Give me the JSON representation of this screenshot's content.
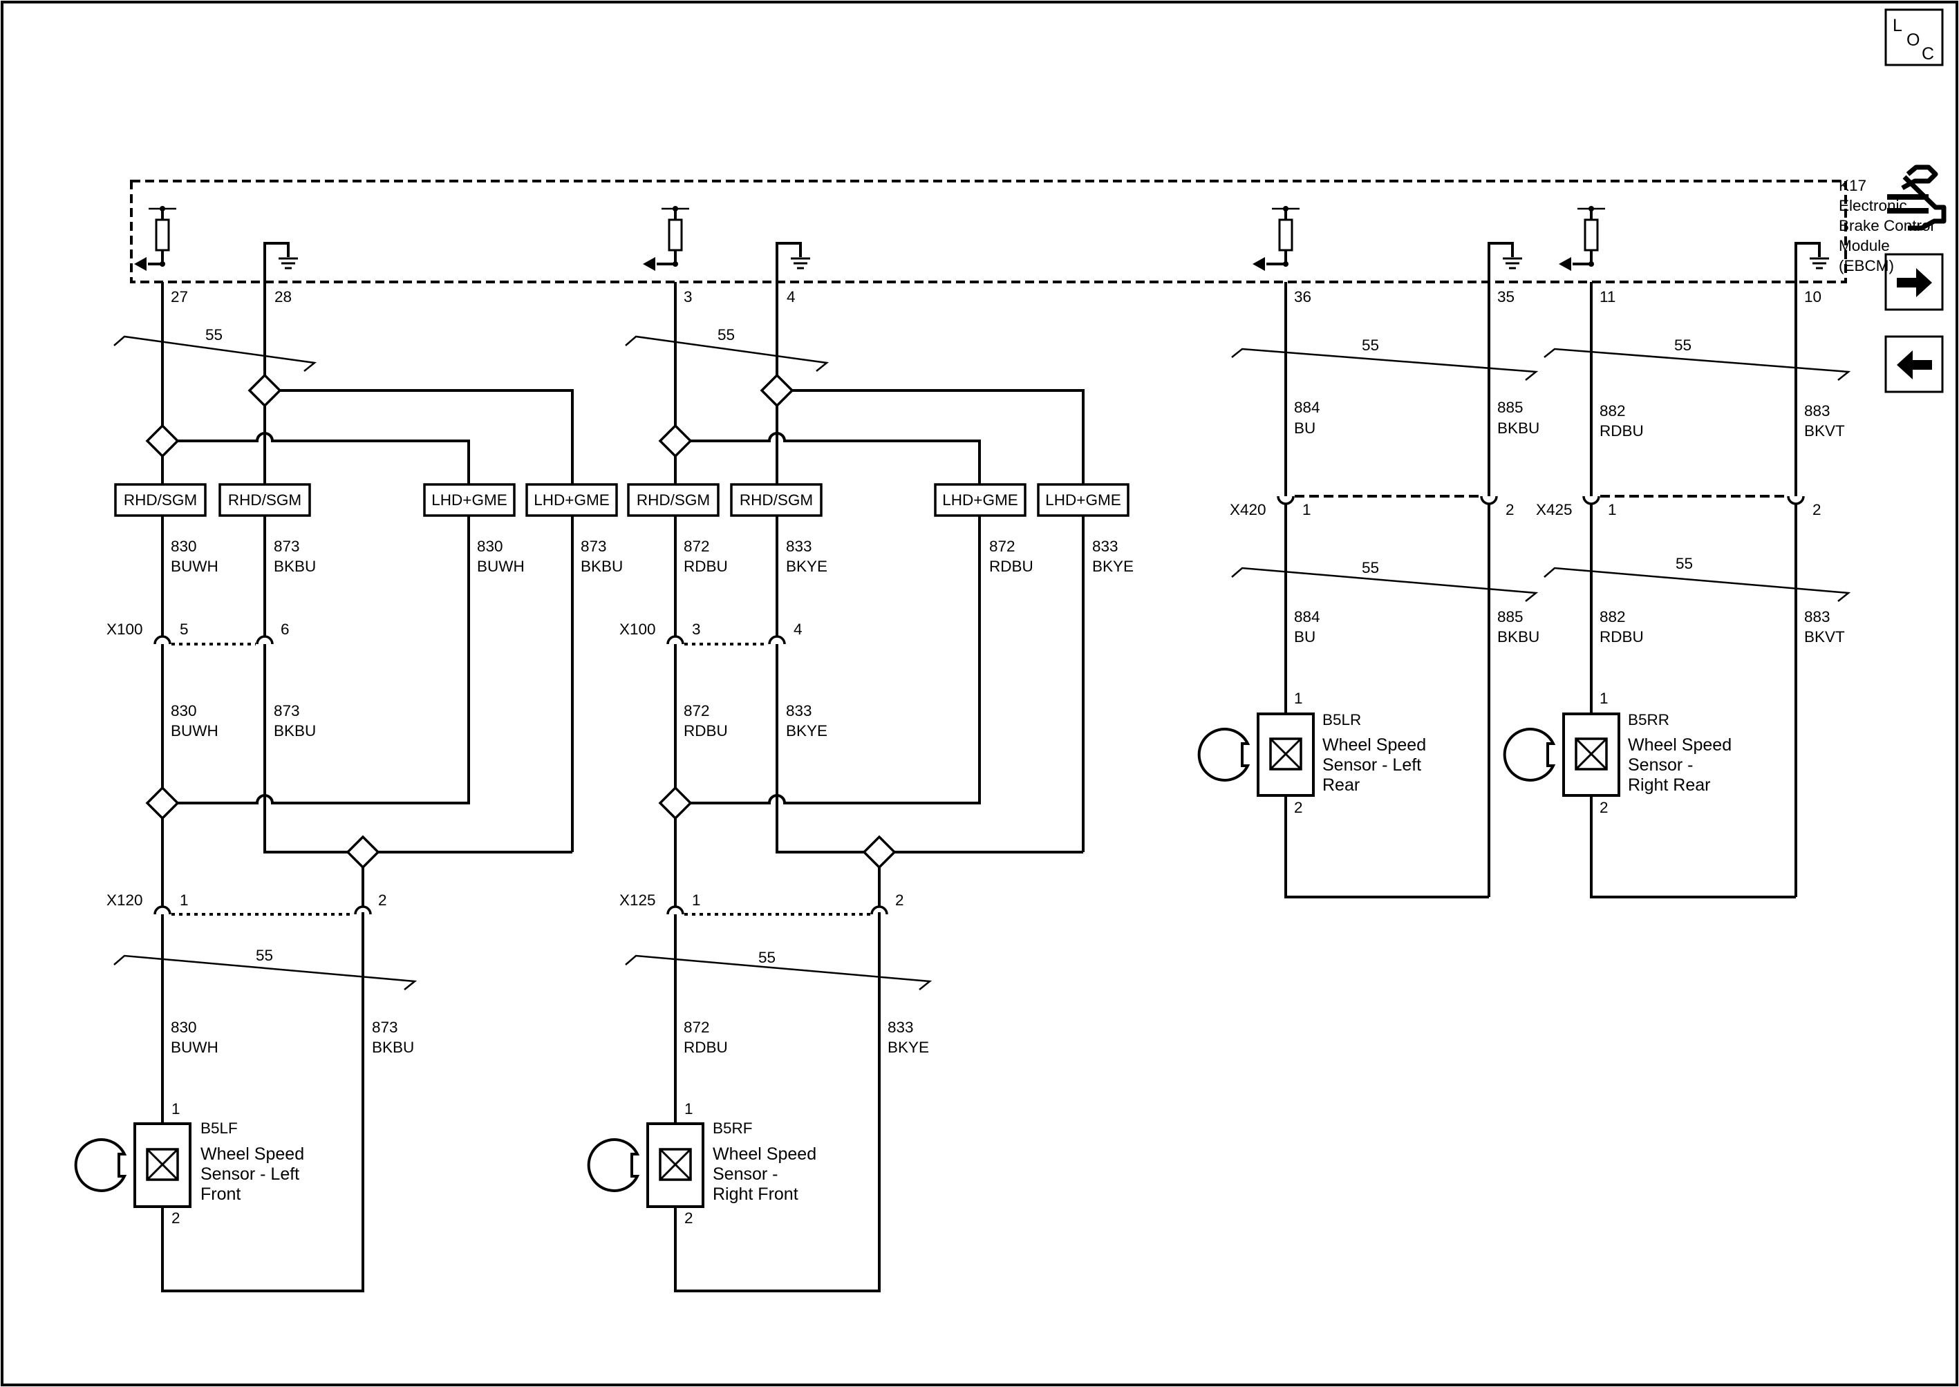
{
  "page": {
    "loc_label": [
      "L",
      "O",
      "C"
    ],
    "nav_next_icon": "arrow-right-icon",
    "nav_prev_icon": "arrow-left-icon"
  },
  "module": {
    "ref": "K17",
    "name_lines": [
      "Electronic",
      "Brake Control",
      "Module",
      "(EBCM)"
    ]
  },
  "harness_size": "55",
  "option_codes": {
    "rhd": "RHD/SGM",
    "lhd": "LHD+GME"
  },
  "pins": {
    "lf_sig": "27",
    "lf_low": "28",
    "rf_sig": "3",
    "rf_low": "4",
    "lr_sig": "36",
    "lr_low": "35",
    "rr_sig": "11",
    "rr_low": "10"
  },
  "wires": {
    "w830": {
      "circuit": "830",
      "color": "BUWH"
    },
    "w873": {
      "circuit": "873",
      "color": "BKBU"
    },
    "w872": {
      "circuit": "872",
      "color": "RDBU"
    },
    "w833": {
      "circuit": "833",
      "color": "BKYE"
    },
    "w884": {
      "circuit": "884",
      "color": "BU"
    },
    "w885": {
      "circuit": "885",
      "color": "BKBU"
    },
    "w882": {
      "circuit": "882",
      "color": "RDBU"
    },
    "w883": {
      "circuit": "883",
      "color": "BKVT"
    }
  },
  "connectors": {
    "x100": "X100",
    "x120": "X120",
    "x125": "X125",
    "x420": "X420",
    "x425": "X425",
    "pin1": "1",
    "pin2": "2",
    "pin3": "3",
    "pin4": "4",
    "pin5": "5",
    "pin6": "6"
  },
  "sensors": {
    "lf": {
      "ref": "B5LF",
      "lines": [
        "Wheel Speed",
        "Sensor - Left",
        "Front"
      ]
    },
    "rf": {
      "ref": "B5RF",
      "lines": [
        "Wheel Speed",
        "Sensor -",
        "Right Front"
      ]
    },
    "lr": {
      "ref": "B5LR",
      "lines": [
        "Wheel Speed",
        "Sensor - Left",
        "Rear"
      ]
    },
    "rr": {
      "ref": "B5RR",
      "lines": [
        "Wheel Speed",
        "Sensor -",
        "Right Rear"
      ]
    }
  }
}
